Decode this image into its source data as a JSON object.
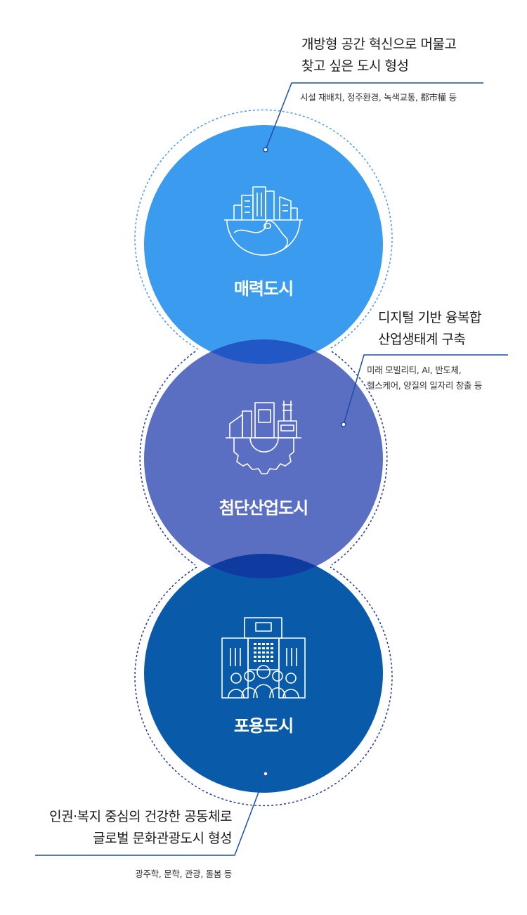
{
  "colors": {
    "circle_attractive": "#3b9bef",
    "circle_industry": "#5b6fc2",
    "circle_inclusive": "#0a5aaa",
    "overlap_top": "#2257c6",
    "overlap_bottom": "#0f3aa0",
    "dotted_light": "#4a9ae8",
    "dotted_dark": "#203a90",
    "leader_line": "#1b4fa3"
  },
  "circles": [
    {
      "id": "attractive",
      "label": "매력도시",
      "icon": "city-globe-icon",
      "headline": [
        "개방형 공간 혁신으로 머물고",
        "찾고 싶은 도시 형성"
      ],
      "details": [
        "시설 재배치, 정주환경, 녹색교통, 都市權 등"
      ]
    },
    {
      "id": "industry",
      "label": "첨단산업도시",
      "icon": "factory-gear-icon",
      "headline": [
        "디지털 기반 융복합",
        "산업생태계 구축"
      ],
      "details": [
        "미래 모빌리티, AI, 반도체,",
        "헬스케어, 양질의 일자리 창출 등"
      ]
    },
    {
      "id": "inclusive",
      "label": "포용도시",
      "icon": "community-building-icon",
      "headline": [
        "인권·복지 중심의 건강한 공동체로",
        "글로벌 문화관광도시 형성"
      ],
      "details": [
        "광주학, 문학, 관광, 돌봄 등"
      ]
    }
  ]
}
